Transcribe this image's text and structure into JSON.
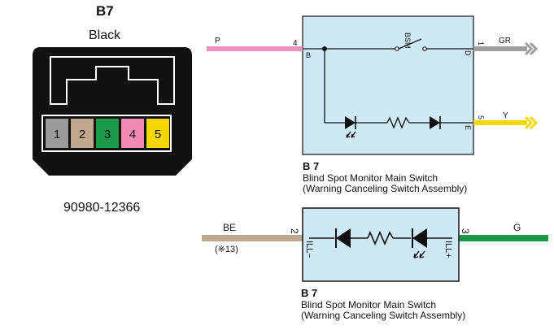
{
  "connector": {
    "title": "B7",
    "color_label": "Black",
    "part_number": "90980-12366",
    "pins": [
      {
        "num": "1",
        "color": "#9a9a9a"
      },
      {
        "num": "2",
        "color": "#bfa88e"
      },
      {
        "num": "3",
        "color": "#1a9a4a"
      },
      {
        "num": "4",
        "color": "#f08cb4"
      },
      {
        "num": "5",
        "color": "#f6d800"
      }
    ]
  },
  "colors": {
    "box_fill": "#cfe8f6",
    "wire_pink": "#ef8fbd",
    "wire_gray": "#9e9e9e",
    "wire_yellow": "#f5d800",
    "wire_beige": "#bfa88e",
    "wire_green": "#1b9a45"
  },
  "diagram1": {
    "wire_left_color": "P",
    "pin_left_num": "4",
    "pin_left_label": "B",
    "switch_label": "BSM",
    "wire_top_right_color": "GR",
    "pin_top_right_num": "1",
    "pin_top_right_label": "D",
    "wire_bottom_right_color": "Y",
    "pin_bottom_right_num": "5",
    "pin_bottom_right_label": "E",
    "caption_id": "B 7",
    "caption_line1": "Blind Spot Monitor Main Switch",
    "caption_line2": "(Warning Canceling Switch Assembly)"
  },
  "diagram2": {
    "wire_left_color": "BE",
    "wire_left_note": "(※13)",
    "pin_left_num": "2",
    "pin_left_label": "ILL−",
    "wire_right_color": "G",
    "pin_right_num": "3",
    "pin_right_label": "ILL+",
    "caption_id": "B 7",
    "caption_line1": "Blind Spot Monitor Main Switch",
    "caption_line2": "(Warning Canceling Switch Assembly)"
  }
}
